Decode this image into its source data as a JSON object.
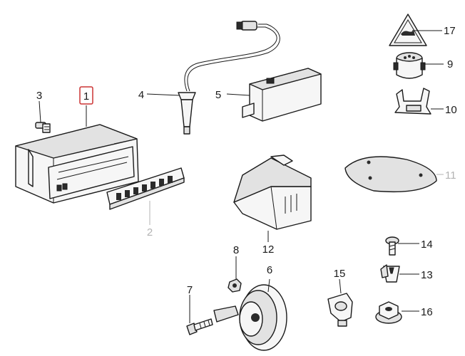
{
  "diagram": {
    "callouts": [
      {
        "id": "1",
        "text": "1",
        "selected": true
      },
      {
        "id": "2",
        "text": "2",
        "muted": true
      },
      {
        "id": "3",
        "text": "3"
      },
      {
        "id": "4",
        "text": "4"
      },
      {
        "id": "5",
        "text": "5"
      },
      {
        "id": "6",
        "text": "6"
      },
      {
        "id": "7",
        "text": "7"
      },
      {
        "id": "8",
        "text": "8"
      },
      {
        "id": "9",
        "text": "9"
      },
      {
        "id": "10",
        "text": "10"
      },
      {
        "id": "11",
        "text": "11",
        "muted": true
      },
      {
        "id": "12",
        "text": "12"
      },
      {
        "id": "13",
        "text": "13"
      },
      {
        "id": "14",
        "text": "14"
      },
      {
        "id": "15",
        "text": "15"
      },
      {
        "id": "16",
        "text": "16"
      },
      {
        "id": "17",
        "text": "17"
      }
    ],
    "colors": {
      "line": "#1a1a1a",
      "muted": "#b3b3b3",
      "highlight": "#cc3333"
    }
  }
}
